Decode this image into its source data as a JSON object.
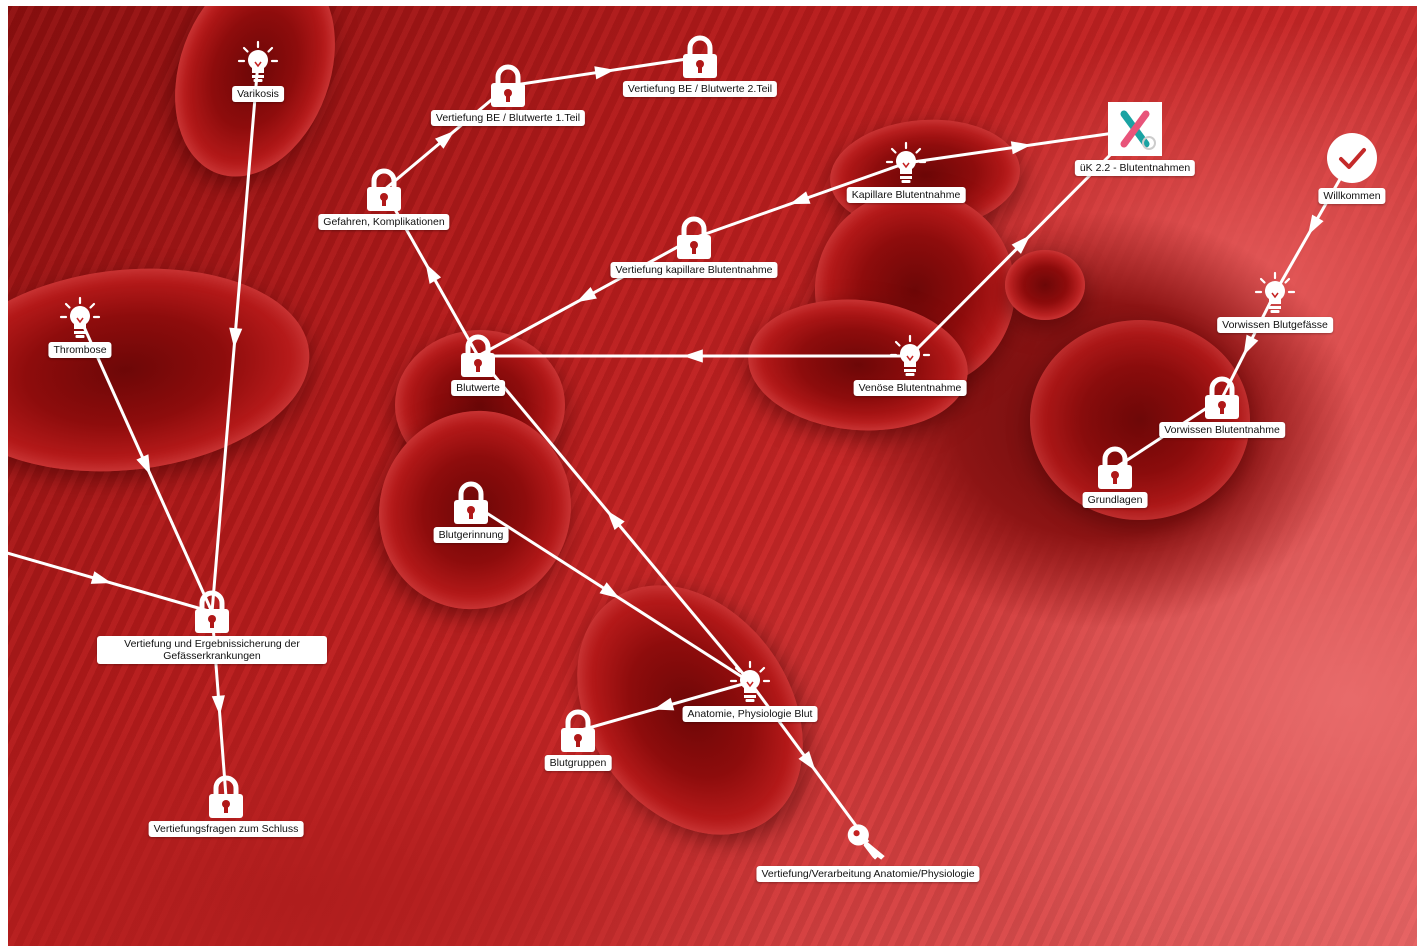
{
  "map": {
    "nodes": [
      {
        "id": "varikosis",
        "label": "Varikosis",
        "icon": "lightbulb-icon"
      },
      {
        "id": "vertiefung_be_1",
        "label": "Vertiefung BE / Blutwerte 1.Teil",
        "icon": "lock-icon"
      },
      {
        "id": "vertiefung_be_2",
        "label": "Vertiefung BE / Blutwerte 2.Teil",
        "icon": "lock-icon"
      },
      {
        "id": "gefahren",
        "label": "Gefahren, Komplikationen",
        "icon": "lock-icon"
      },
      {
        "id": "kapillare",
        "label": "Kapillare Blutentnahme",
        "icon": "lightbulb-icon"
      },
      {
        "id": "uk22",
        "label": "üK 2.2 - Blutentnahmen",
        "icon": "scorm-package-icon"
      },
      {
        "id": "willkommen",
        "label": "Willkommen",
        "icon": "checkmark-icon"
      },
      {
        "id": "vertiefung_kap",
        "label": "Vertiefung kapillare Blutentnahme",
        "icon": "lock-icon"
      },
      {
        "id": "thrombose",
        "label": "Thrombose",
        "icon": "lightbulb-icon"
      },
      {
        "id": "vorwissen_gef",
        "label": "Vorwissen Blutgefässe",
        "icon": "lightbulb-icon"
      },
      {
        "id": "blutwerte",
        "label": "Blutwerte",
        "icon": "lock-icon"
      },
      {
        "id": "venoese",
        "label": "Venöse Blutentnahme",
        "icon": "lightbulb-icon"
      },
      {
        "id": "vorwissen_be",
        "label": "Vorwissen Blutentnahme",
        "icon": "lock-icon"
      },
      {
        "id": "grundlagen",
        "label": "Grundlagen",
        "icon": "lock-icon"
      },
      {
        "id": "blutgerinnung",
        "label": "Blutgerinnung",
        "icon": "lock-icon"
      },
      {
        "id": "vertiefung_gef",
        "label": "Vertiefung und Ergebnissicherung der Gefässerkrankungen",
        "icon": "lock-icon"
      },
      {
        "id": "anatomie",
        "label": "Anatomie, Physiologie Blut",
        "icon": "lightbulb-icon"
      },
      {
        "id": "blutgruppen",
        "label": "Blutgruppen",
        "icon": "lock-icon"
      },
      {
        "id": "vertiefungsfragen",
        "label": "Vertiefungsfragen zum Schluss",
        "icon": "lock-icon"
      },
      {
        "id": "vertiefung_anat",
        "label": "Vertiefung/Verarbeitung Anatomie/Physiologie",
        "icon": "key-icon"
      }
    ],
    "edges": [
      [
        "willkommen",
        "vorwissen_gef"
      ],
      [
        "vorwissen_gef",
        "vorwissen_be"
      ],
      [
        "vorwissen_be",
        "grundlagen"
      ],
      [
        "venoese",
        "uk22"
      ],
      [
        "kapillare",
        "uk22"
      ],
      [
        "kapillare",
        "vertiefung_kap"
      ],
      [
        "vertiefung_kap",
        "blutwerte"
      ],
      [
        "venoese",
        "blutwerte"
      ],
      [
        "blutwerte",
        "gefahren"
      ],
      [
        "gefahren",
        "vertiefung_be_1"
      ],
      [
        "vertiefung_be_1",
        "vertiefung_be_2"
      ],
      [
        "anatomie",
        "blutwerte"
      ],
      [
        "blutgerinnung",
        "anatomie"
      ],
      [
        "anatomie",
        "blutgruppen"
      ],
      [
        "anatomie",
        "vertiefung_anat"
      ],
      [
        "varikosis",
        "vertiefung_gef"
      ],
      [
        "thrombose",
        "vertiefung_gef"
      ],
      [
        "offscreen_left",
        "vertiefung_gef"
      ],
      [
        "vertiefung_gef",
        "vertiefungsfragen"
      ]
    ]
  },
  "colors": {
    "edge": "#ffffff",
    "label_bg": "#ffffff",
    "label_text": "#111111",
    "scorm_pink": "#e8547a",
    "scorm_teal": "#1aa3a3"
  }
}
